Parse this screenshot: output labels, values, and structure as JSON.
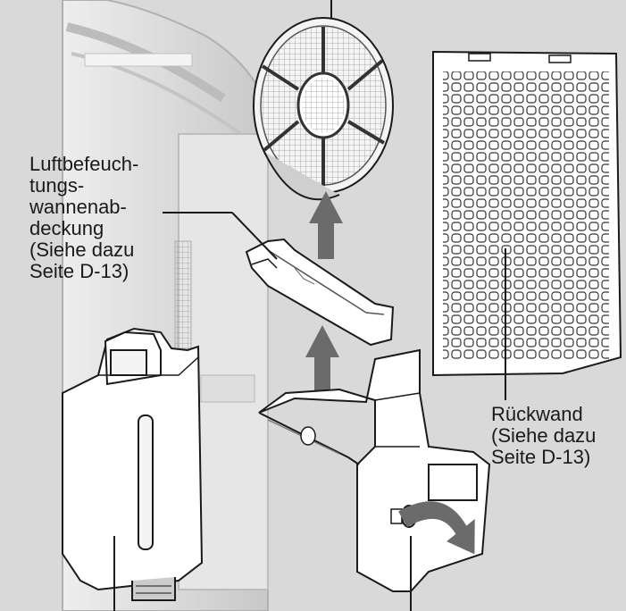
{
  "labels": {
    "humidifier_tray_cover": [
      "Luftbefeuch-",
      "tungs-",
      "wannenab-",
      "deckung",
      "(Siehe dazu",
      "Seite D-13)"
    ],
    "back_panel": [
      "Rückwand",
      "(Siehe dazu",
      "Seite D-13)"
    ]
  },
  "colors": {
    "background": "#d9d9d9",
    "part_fill": "#ffffff",
    "outline": "#1a1a1a",
    "arrow": "#6b6b6b"
  },
  "icons": [
    "up-arrow-icon",
    "curved-arrow-icon"
  ]
}
